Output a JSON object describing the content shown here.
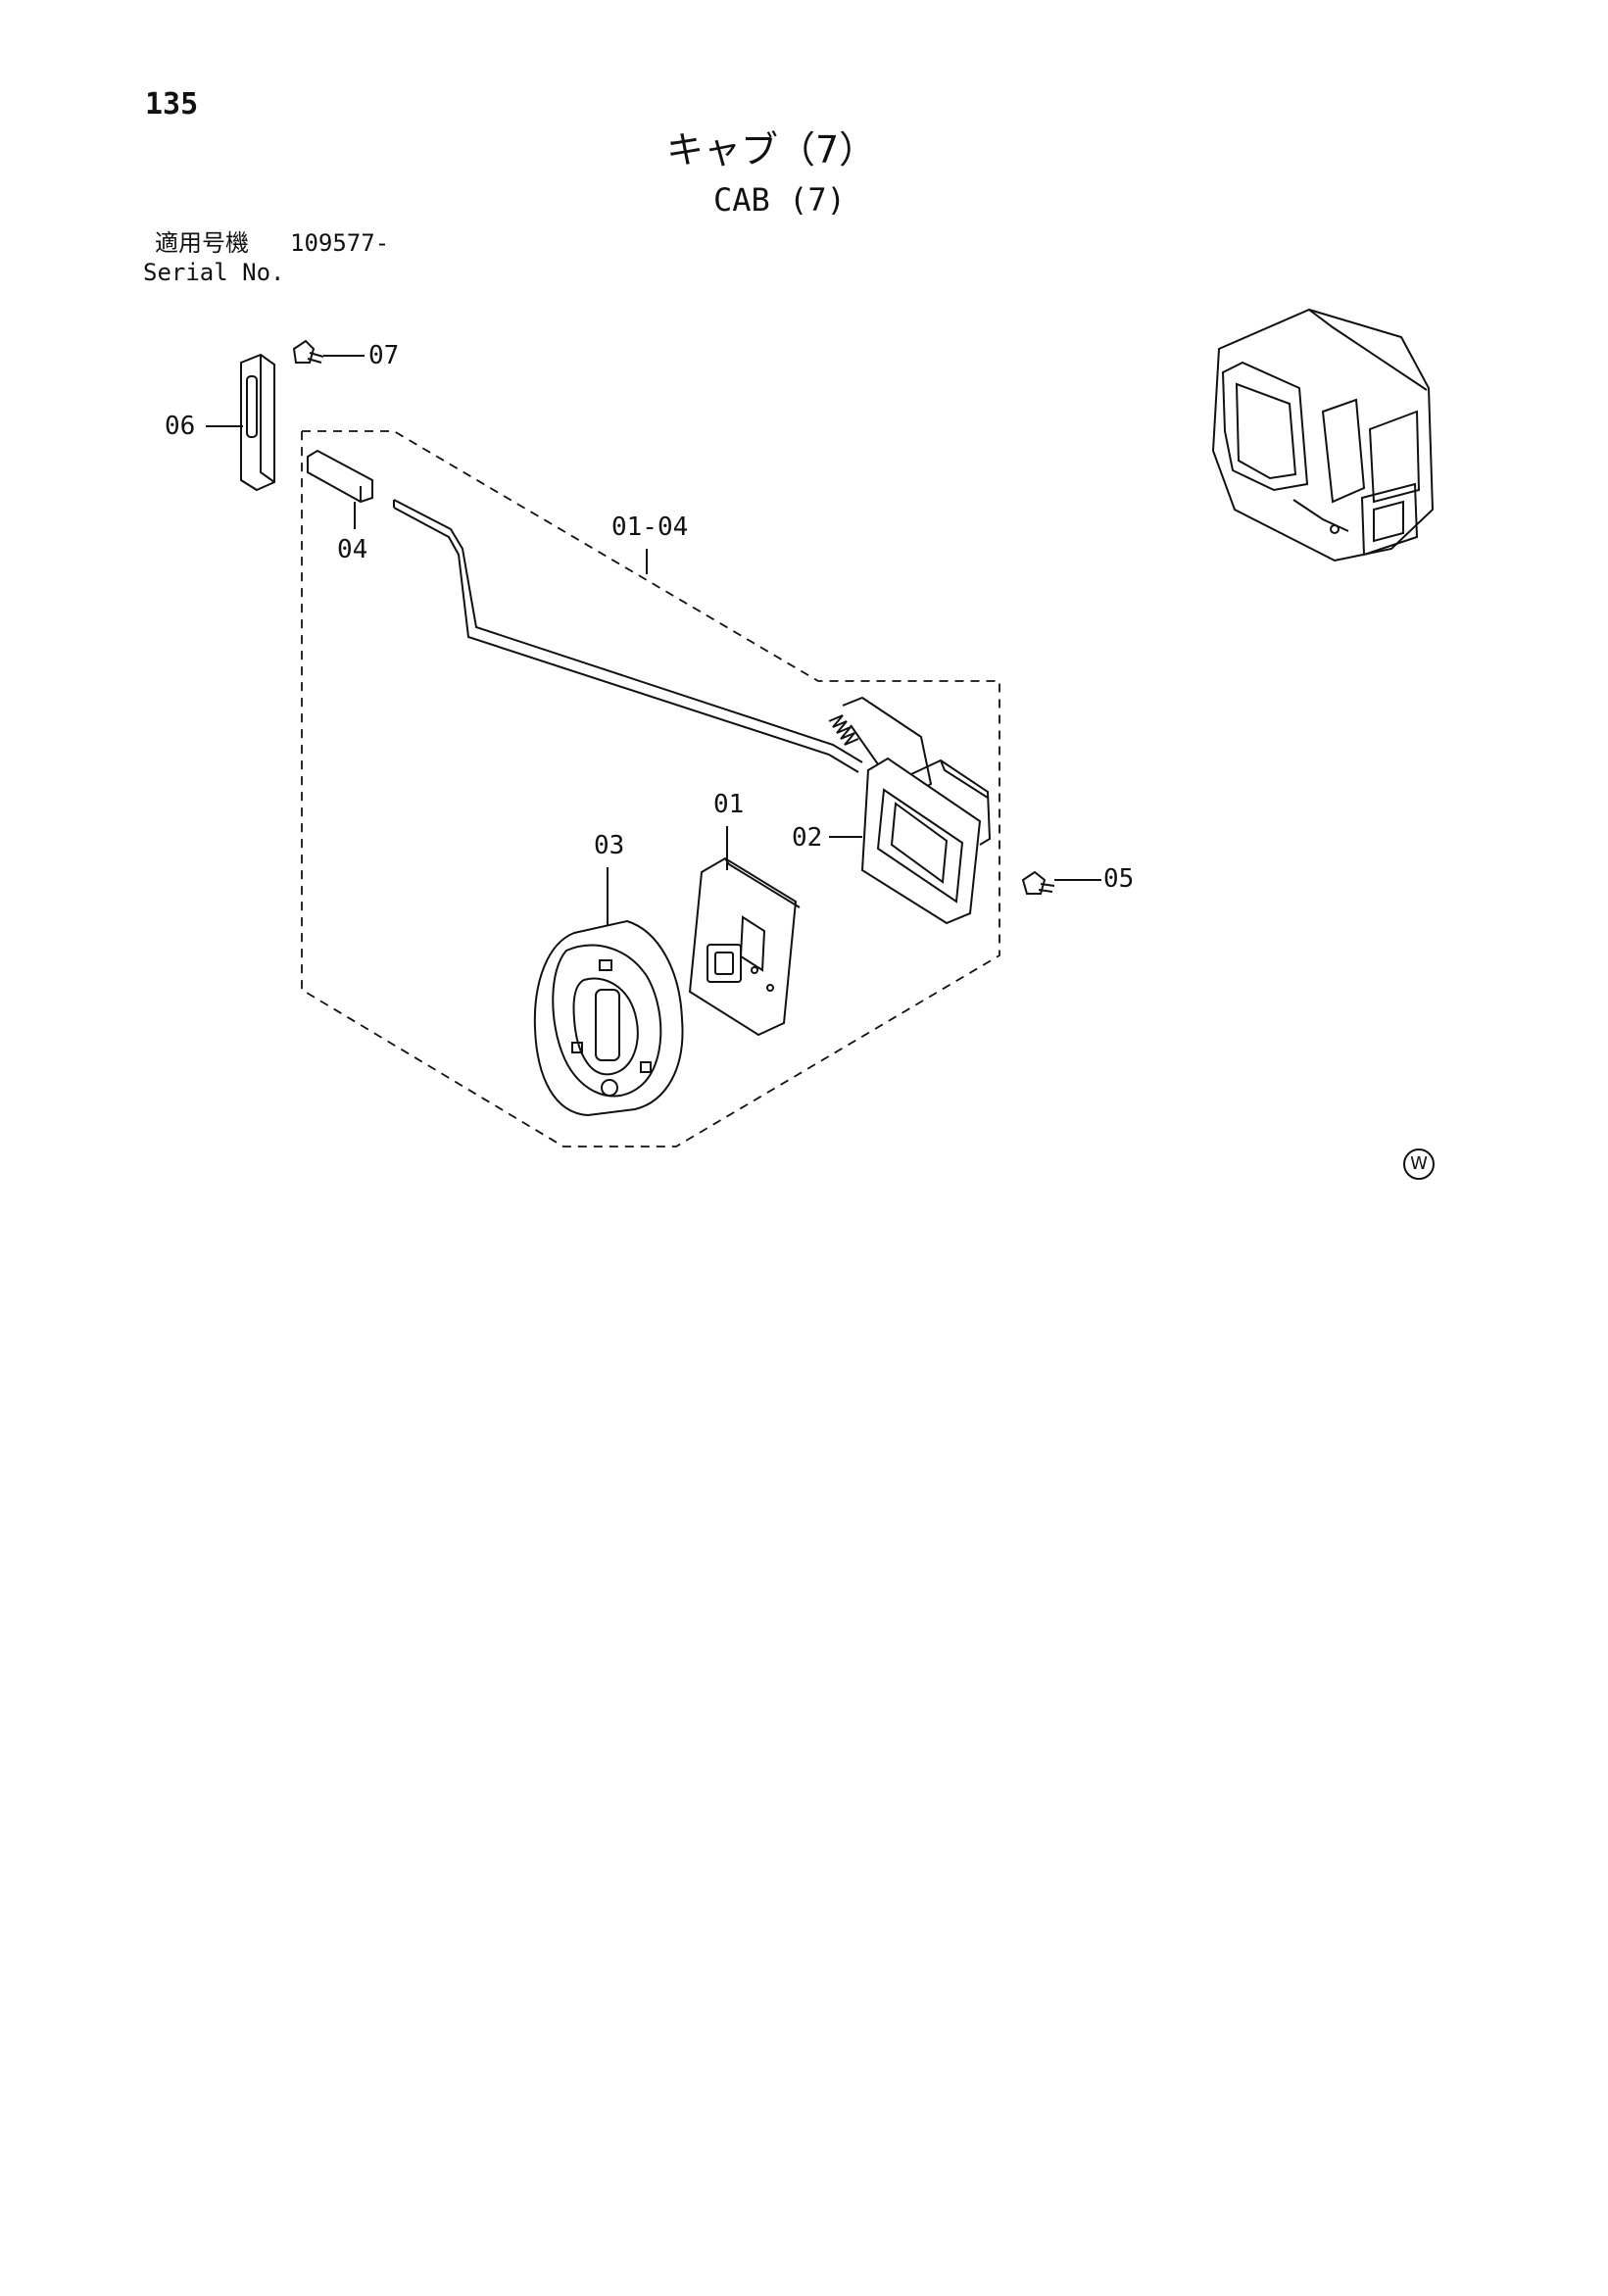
{
  "page": {
    "number": "135"
  },
  "title": {
    "japanese": "キャブ（7）",
    "english": "CAB (7)"
  },
  "serial": {
    "label_jp": "適用号機",
    "value": "109577-",
    "label_en": "Serial No."
  },
  "parts": {
    "p01": "01",
    "p02": "02",
    "p03": "03",
    "p04": "04",
    "p05": "05",
    "p06": "06",
    "p07": "07",
    "p0104": "01-04"
  },
  "mark": "W"
}
